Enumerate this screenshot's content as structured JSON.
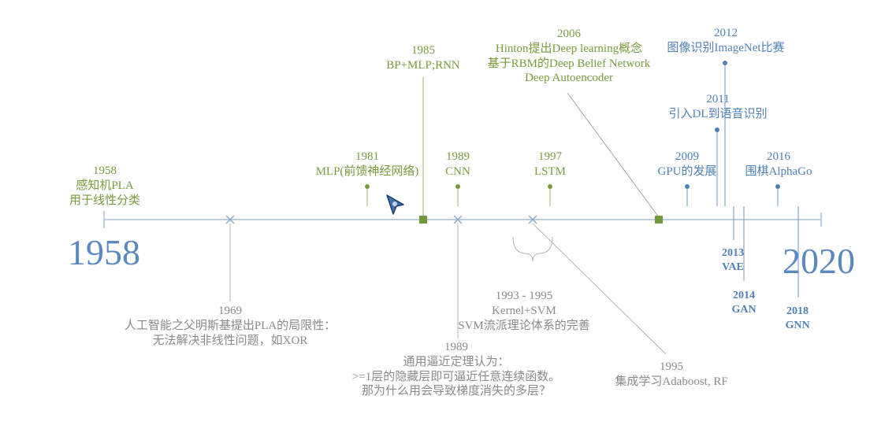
{
  "colors": {
    "green": "#7a9a3e",
    "blue": "#4f82b8",
    "grey": "#8a8a8a",
    "axis": "#a8bfd9"
  },
  "axis": {
    "start_label": "1958",
    "end_label": "2020"
  },
  "events": {
    "e1958": {
      "year": "1958",
      "line1": "感知机PLA",
      "line2": "用于线性分类"
    },
    "e1981": {
      "year": "1981",
      "text": "MLP(前馈神经网络)"
    },
    "e1985": {
      "year": "1985",
      "text": "BP+MLP;RNN"
    },
    "e1989cnn": {
      "year": "1989",
      "text": "CNN"
    },
    "e1997": {
      "year": "1997",
      "text": "LSTM"
    },
    "e2006": {
      "year": "2006",
      "line1": "Hinton提出Deep learning概念",
      "line2": "基于RBM的Deep Belief Network",
      "line3": "Deep Autoencoder"
    },
    "e2009": {
      "year": "2009",
      "text": "GPU的发展"
    },
    "e2011": {
      "year": "2011",
      "text": "引入DL到语音识别"
    },
    "e2012": {
      "year": "2012",
      "text": "图像识别ImageNet比赛"
    },
    "e2016": {
      "year": "2016",
      "text": "围棋AlphaGo"
    },
    "e2013": {
      "year": "2013",
      "text": "VAE"
    },
    "e2014": {
      "year": "2014",
      "text": "GAN"
    },
    "e2018": {
      "year": "2018",
      "text": "GNN"
    },
    "e1969": {
      "year": "1969",
      "line1": "人工智能之父明斯基提出PLA的局限性：",
      "line2": "无法解决非线性问题，如XOR"
    },
    "e1993": {
      "year": "1993 - 1995",
      "line1": "Kernel+SVM",
      "line2": "SVM流派理论体系的完善"
    },
    "e1989uat": {
      "year": "1989",
      "line1": "通用逼近定理认为：",
      "line2": ">=1层的隐藏层即可逼近任意连续函数。",
      "line3": "那为什么用会导致梯度消失的多层？"
    },
    "e1995": {
      "year": "1995",
      "text": "集成学习Adaboost, RF"
    }
  }
}
